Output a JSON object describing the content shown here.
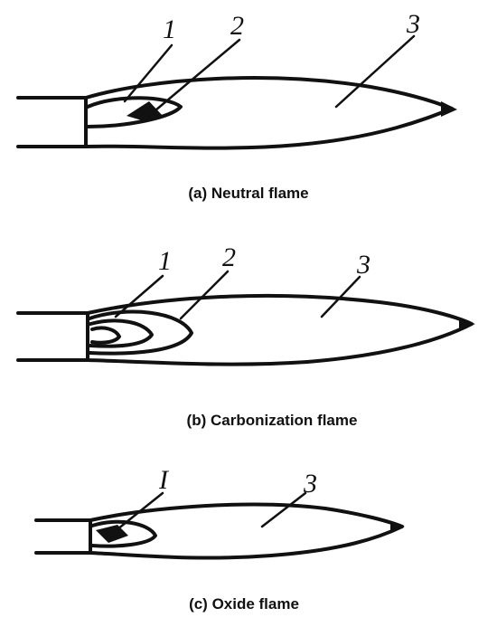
{
  "figure": {
    "panel_a": {
      "labels": [
        "1",
        "2",
        "3"
      ],
      "caption": "(a) Neutral flame"
    },
    "panel_b": {
      "labels": [
        "1",
        "2",
        "3"
      ],
      "caption": "(b) Carbonization flame"
    },
    "panel_c": {
      "labels": [
        "I",
        "3"
      ],
      "caption": "(c) Oxide flame"
    }
  }
}
